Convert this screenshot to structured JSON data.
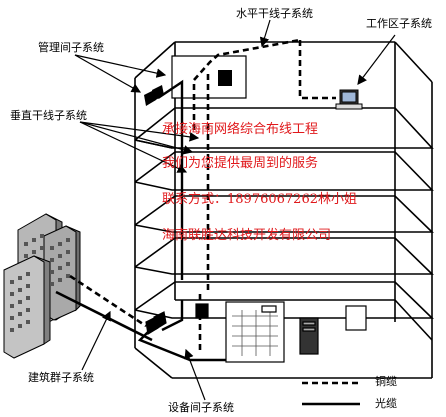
{
  "labels": {
    "horizontal_subsystem": "水平干线子系统",
    "work_area_subsystem": "工作区子系统",
    "admin_room_subsystem": "管理间子系统",
    "vertical_subsystem": "垂直干线子系统",
    "building_group_subsystem": "建筑群子系统",
    "equipment_room_subsystem": "设备间子系统"
  },
  "legend": {
    "copper_cable": "铜缆",
    "fiber_cable": "光缆"
  },
  "watermark": {
    "line1": "承接海南网络综合布线工程",
    "line2": "我们为您提供最周到的服务",
    "line3": "联系方式：18976067262林小姐",
    "line4": "海南联胜达科技开发有限公司"
  },
  "colors": {
    "watermark": "#e0181b",
    "line": "#000000",
    "background": "#ffffff"
  }
}
